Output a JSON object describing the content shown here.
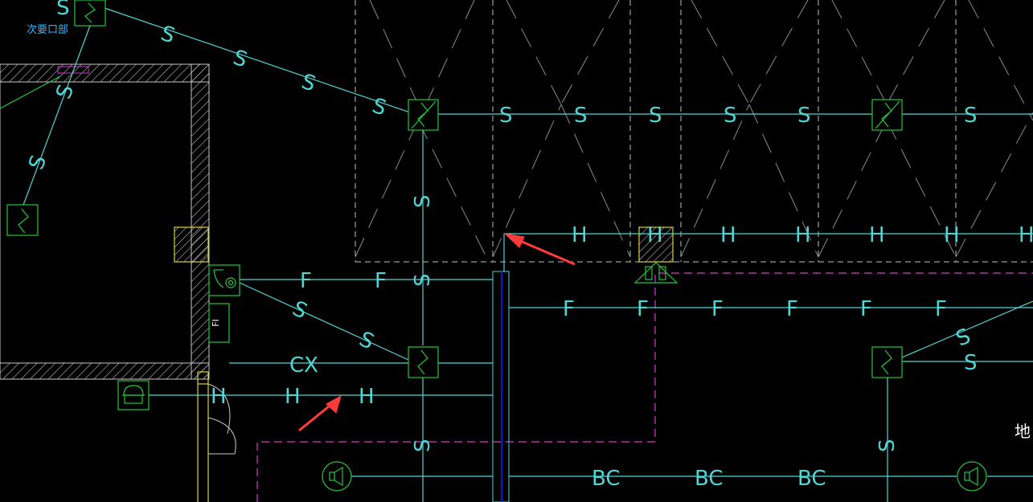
{
  "canvas": {
    "background": "#000000"
  },
  "colors": {
    "wire": "#4fd6d6",
    "device": "#22c93b",
    "wall": "#c9c9c9",
    "frame": "#e0d23a",
    "boundary": "#d23ad2",
    "arrow": "#ff3b3b",
    "fiber": "#1515c9",
    "note": "#2fb6ff"
  },
  "annotations": {
    "top_left_note": "次要口部",
    "right_edge_note": "地"
  },
  "wire_labels": {
    "S": "S",
    "F": "F",
    "H": "H",
    "CX": "CX",
    "BC": "BC"
  },
  "device_labels": {
    "fi_box": "FI"
  },
  "icons": [
    "smoke-detector-icon",
    "speaker-icon",
    "telephone-icon",
    "alarm-bell-icon",
    "warning-triangle-icon",
    "arrow-icon"
  ]
}
